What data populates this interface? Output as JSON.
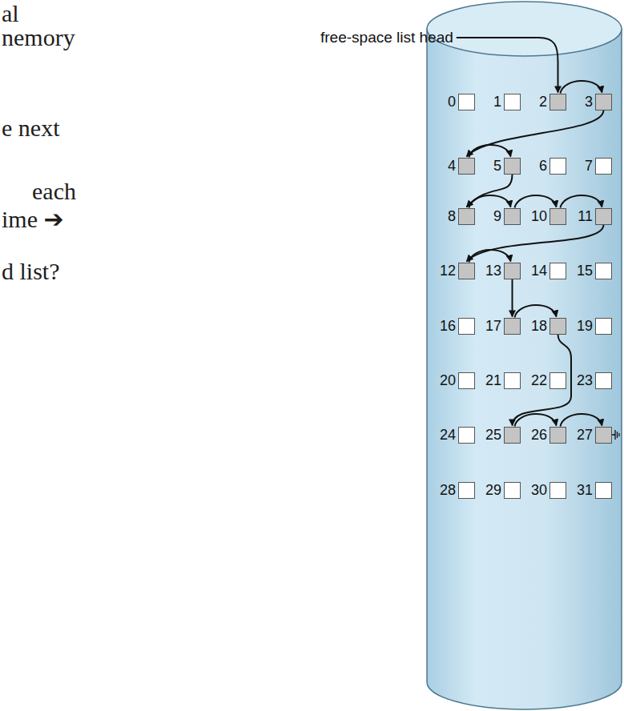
{
  "diagram": {
    "nodes": [
      {
        "text": [
          "0"
        ]
      },
      {
        "text": [
          "1"
        ]
      },
      {
        "text": [
          "2"
        ]
      },
      {
        "text": [
          "3"
        ]
      },
      {
        "text": [
          "4"
        ]
      },
      {
        "text": [
          "5"
        ]
      },
      {
        "text": [
          "6"
        ]
      },
      {
        "text": [
          "7"
        ]
      },
      {
        "text": [
          "8"
        ]
      },
      {
        "text": [
          "9"
        ]
      },
      {
        "text": [
          "10"
        ]
      },
      {
        "text": [
          "11"
        ]
      },
      {
        "text": [
          "12"
        ]
      },
      {
        "text": [
          "13"
        ]
      },
      {
        "text": [
          "14"
        ]
      },
      {
        "text": [
          "15"
        ]
      },
      {
        "text": [
          "16"
        ]
      },
      {
        "text": [
          "17"
        ]
      },
      {
        "text": [
          "18"
        ]
      },
      {
        "text": [
          "19"
        ]
      },
      {
        "text": [
          "20"
        ]
      },
      {
        "text": [
          "21"
        ]
      },
      {
        "text": [
          "22"
        ]
      },
      {
        "text": [
          "23"
        ]
      },
      {
        "text": [
          "24"
        ]
      },
      {
        "text": [
          "25"
        ]
      },
      {
        "text": [
          "26"
        ]
      },
      {
        "text": [
          "27"
        ]
      },
      {
        "text": [
          "28"
        ]
      },
      {
        "text": [
          "29"
        ]
      },
      {
        "text": [
          "30"
        ]
      },
      {
        "text": [
          "31"
        ]
      }
    ],
    "edges": [
      {
        "from": 2,
        "to": 3,
        "arrow": "to"
      },
      {
        "from": 3,
        "to": 4,
        "arrow": "to"
      },
      {
        "from": 4,
        "to": 5,
        "arrow": "to"
      },
      {
        "from": 5,
        "to": 8,
        "arrow": "to"
      },
      {
        "from": 8,
        "to": 9,
        "arrow": "to"
      },
      {
        "from": 9,
        "to": 10,
        "arrow": "to"
      },
      {
        "from": 10,
        "to": 11,
        "arrow": "to"
      },
      {
        "from": 11,
        "to": 12,
        "arrow": "to"
      },
      {
        "from": 12,
        "to": 13,
        "arrow": "to"
      },
      {
        "from": 13,
        "to": 17,
        "arrow": "to"
      },
      {
        "from": 17,
        "to": 18,
        "arrow": "to"
      },
      {
        "from": 18,
        "to": 25,
        "arrow": "to"
      },
      {
        "from": 25,
        "to": 26,
        "arrow": "to"
      },
      {
        "from": 26,
        "to": 27,
        "arrow": "to"
      }
    ],
    "labels": [
      "al",
      "nemory",
      "free-space list head",
      "e next",
      "each",
      "ime ➔",
      "d list?"
    ]
  }
}
